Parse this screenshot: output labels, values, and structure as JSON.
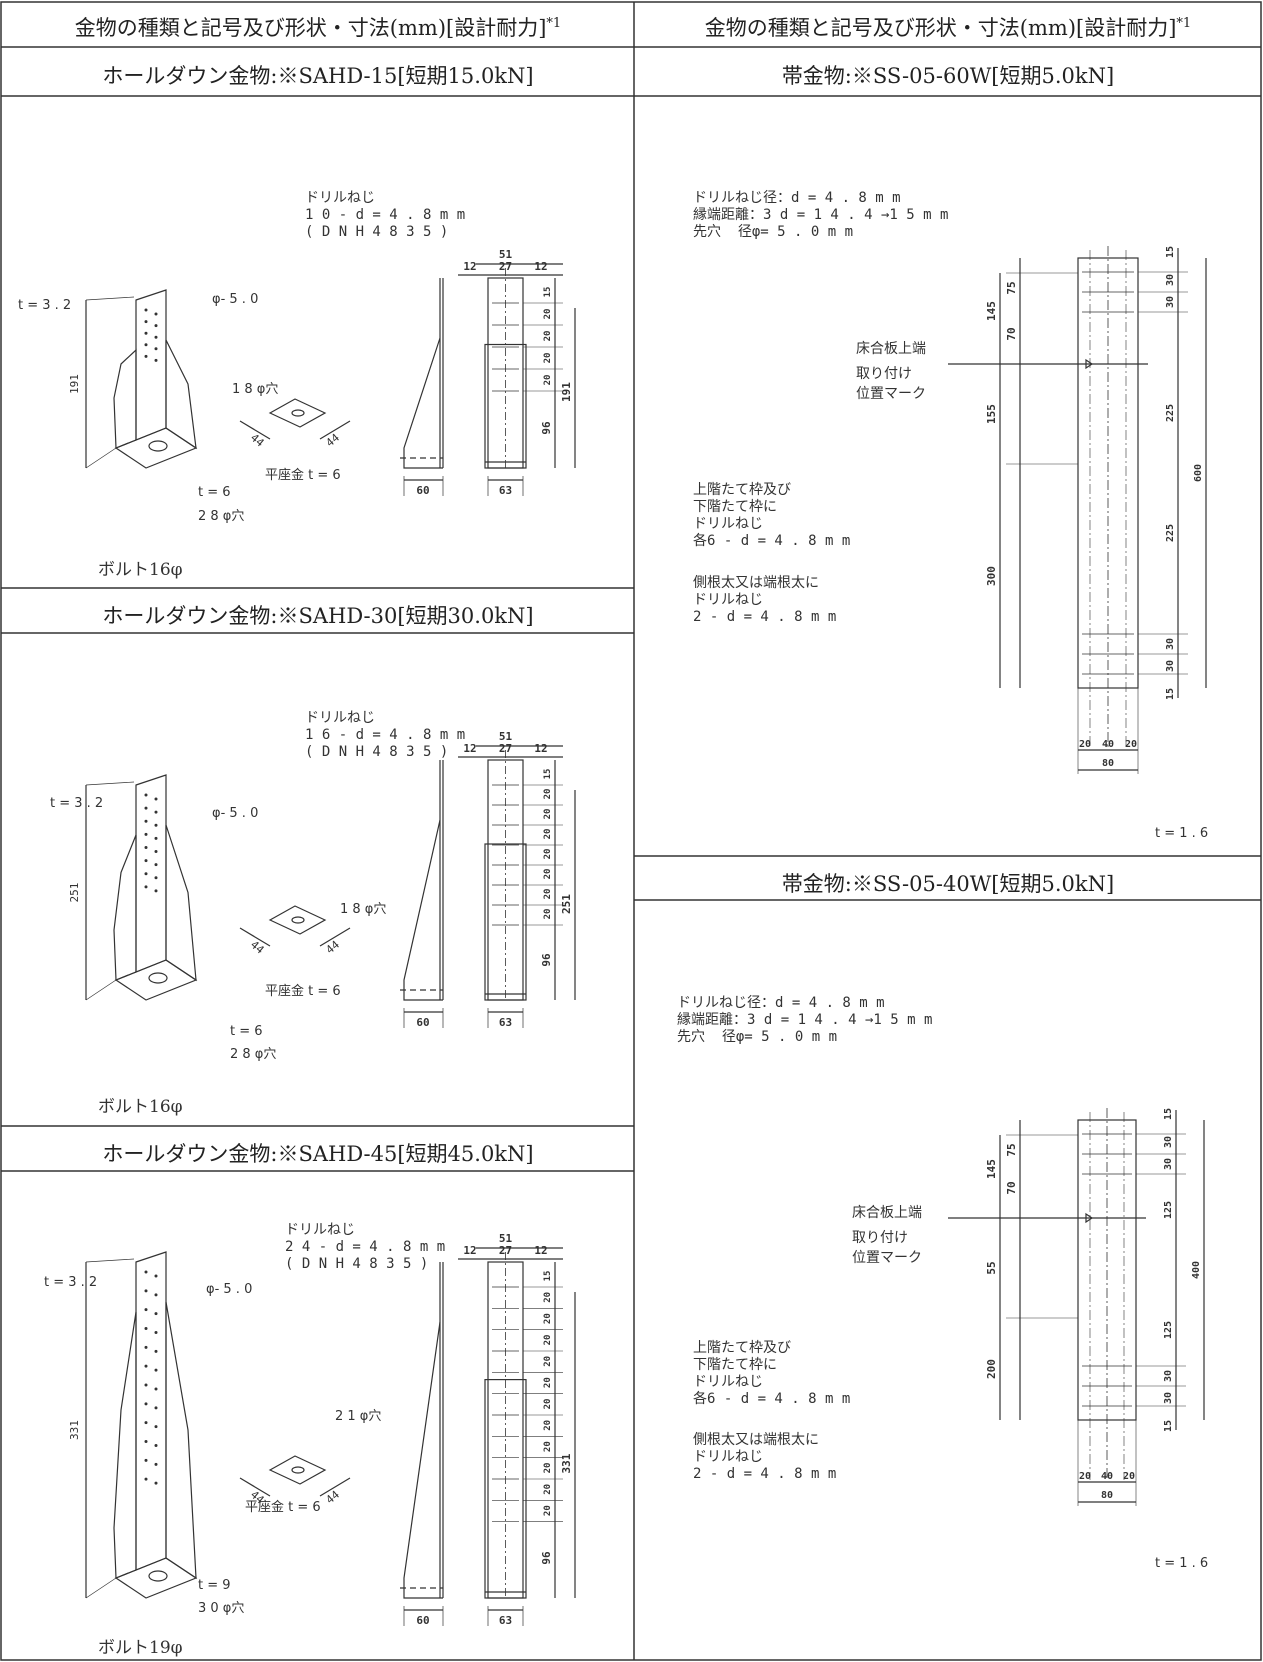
{
  "headers": [
    "金物の種類と記号及び形状・寸法(mm)[設計耐力]",
    "金物の種類と記号及び形状・寸法(mm)[設計耐力]"
  ],
  "headers_note": "*1",
  "sections": [
    {
      "title": "ホールダウン金物:※SAHD-15[短期15.0kN]",
      "drill": "ドリルねじ\n1 0 - d = 4 . 8 m m\n( D N H 4 8 3 5 )",
      "t_plate": "t = 3 . 2",
      "phi": "φ- 5 . 0",
      "washer_hole": "1 8 φ穴",
      "washer": "平座金  t = 6",
      "t_base": "t = 6",
      "bolt_hole": "2 8 φ穴",
      "bolt": "ボルト16φ",
      "height": "191",
      "washer_size": [
        "44",
        "44"
      ],
      "elev_top": [
        "51",
        "12",
        "27",
        "12"
      ],
      "elev_right": [
        "15",
        "20",
        "20",
        "20",
        "20",
        "96",
        "191"
      ],
      "elev_bottom": [
        "60",
        "63"
      ]
    },
    {
      "title": "ホールダウン金物:※SAHD-30[短期30.0kN]",
      "drill": "ドリルねじ\n1 6 - d = 4 . 8 m m\n( D N H 4 8 3 5 )",
      "t_plate": "t = 3 . 2",
      "phi": "φ- 5 . 0",
      "washer_hole": "1 8 φ穴",
      "washer": "平座金   t = 6",
      "t_base": "t = 6",
      "bolt_hole": "2 8 φ穴",
      "bolt": "ボルト16φ",
      "height": "251",
      "washer_size": [
        "44",
        "44"
      ],
      "elev_top": [
        "51",
        "12",
        "27",
        "12"
      ],
      "elev_right": [
        "15",
        "20",
        "20",
        "20",
        "20",
        "20",
        "20",
        "20",
        "96",
        "251"
      ],
      "elev_bottom": [
        "60",
        "63"
      ]
    },
    {
      "title": "ホールダウン金物:※SAHD-45[短期45.0kN]",
      "drill": "ドリルねじ\n2 4 - d = 4 . 8 m m\n( D N H 4 8 3 5 )",
      "t_plate": "t = 3 . 2",
      "phi": "φ- 5 . 0",
      "washer_hole": "2 1 φ穴",
      "washer": "平座金   t = 6",
      "t_base": "t = 9",
      "bolt_hole": "3 0 φ穴",
      "bolt": "ボルト19φ",
      "height": "331",
      "washer_size": [
        "44",
        "44"
      ],
      "elev_top": [
        "51",
        "12",
        "27",
        "12"
      ],
      "elev_right": [
        "15",
        "20",
        "20",
        "20",
        "20",
        "20",
        "20",
        "20",
        "20",
        "20",
        "20",
        "20",
        "96",
        "331"
      ],
      "elev_bottom": [
        "60",
        "63"
      ]
    },
    {
      "title": "帯金物:※SS-05-60W[短期5.0kN]",
      "note": "ドリルねじ径：d = 4 . 8 m m\n縁端距離：3 d = 1 4 . 4 →1 5 m m\n先穴  径φ= 5 . 0 m m",
      "floor_label": "床合板上端",
      "mark_label": "取り付け\n位置マーク",
      "frame_note": "上階たて枠及び\n下階たて枠に\nドリルねじ\n各6 - d = 4 . 8 m m",
      "joist_note": "側根太又は端根太に\nドリルねじ\n2 - d = 4 . 8 m m",
      "t": "t = 1 . 6",
      "dims_left": [
        "145",
        "75",
        "70",
        "155",
        "300"
      ],
      "dims_right": [
        "15",
        "30",
        "30",
        "225",
        "600",
        "225",
        "30",
        "30",
        "15"
      ],
      "dims_bottom": [
        "20",
        "40",
        "20",
        "80"
      ]
    },
    {
      "title": "帯金物:※SS-05-40W[短期5.0kN]",
      "note": "ドリルねじ径：d = 4 . 8 m m\n縁端距離：3 d = 1 4 . 4 →1 5 m m\n先穴  径φ= 5 . 0 m m",
      "floor_label": "床合板上端",
      "mark_label": "取り付け\n位置マーク",
      "frame_note": "上階たて枠及び\n下階たて枠に\nドリルねじ\n各6 - d = 4 . 8 m m",
      "joist_note": "側根太又は端根太に\nドリルねじ\n2 - d = 4 . 8 m m",
      "t": "t = 1 . 6",
      "dims_left": [
        "145",
        "75",
        "70",
        "55",
        "200"
      ],
      "dims_right": [
        "15",
        "30",
        "30",
        "125",
        "400",
        "125",
        "30",
        "30",
        "15"
      ],
      "dims_bottom": [
        "20",
        "40",
        "20",
        "80"
      ]
    }
  ]
}
